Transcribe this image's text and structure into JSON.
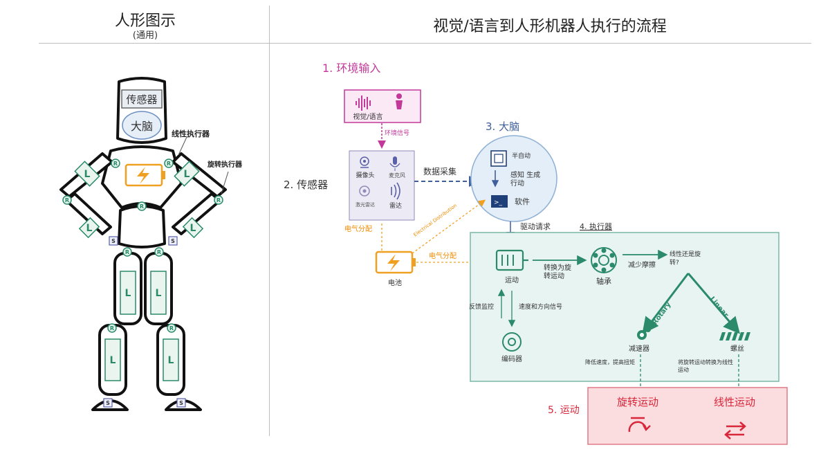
{
  "left": {
    "title": "人形图示",
    "subtitle": "(通用)",
    "labels": {
      "sensor": "传感器",
      "brain": "大脑",
      "linear_actuator": "线性执行器",
      "rotary_actuator": "旋转执行器",
      "R": "R",
      "L": "L",
      "S": "S"
    }
  },
  "right": {
    "title": "视觉/语言到人形机器人执行的流程",
    "step1": "1. 环境输入",
    "vision_language": "视觉/语言",
    "env_signal": "环境信号",
    "step2": "2. 传感器",
    "camera": "摄像头",
    "microphone": "麦克风",
    "lidar": "激光雷达",
    "radar": "雷达",
    "data_collection": "数据采集",
    "step3": "3. 大脑",
    "semi_auto": "半自动",
    "perceive_generate": "感知 生成",
    "action": "行动",
    "software": "软件",
    "drive_request": "驱动请求",
    "step4": "4. 执行器",
    "power_dist_left": "电气分配",
    "electrical_distribution": "Electrical Distribution",
    "power_dist_right": "电气分配",
    "battery": "电池",
    "motion": "运动",
    "convert_rotary_1": "转换为旋",
    "convert_rotary_2": "转运动",
    "reduce_friction": "减少摩擦",
    "bearing": "轴承",
    "linear_or_rotary_1": "线性还是旋",
    "linear_or_rotary_2": "转?",
    "rotary_en": "Rotary",
    "linear_en": "Linear",
    "feedback": "反馈监控",
    "speed_direction": "速度和方向信号",
    "encoder": "编码器",
    "reducer": "减速器",
    "screw": "螺丝",
    "reduce_speed": "降低速度，提高扭矩",
    "convert_linear_1": "将旋转运动转换为线性",
    "convert_linear_2": "运动",
    "step5": "5. 运动",
    "rotary_motion": "旋转运动",
    "linear_motion": "线性运动"
  },
  "colors": {
    "magenta": "#c2399a",
    "blue": "#3f5f9a",
    "orange": "#f0a020",
    "teal": "#2a8a6a",
    "red": "#d8263a",
    "panel_green": "#e8f4f1"
  },
  "icons": [
    "waveform-icon",
    "person-icon",
    "camera-icon",
    "microphone-icon",
    "lidar-icon",
    "radar-icon",
    "chip-icon",
    "terminal-icon",
    "battery-icon",
    "motor-icon",
    "bearing-icon",
    "encoder-icon",
    "gear-icon",
    "screw-icon",
    "rotate-icon",
    "swap-arrows-icon"
  ]
}
